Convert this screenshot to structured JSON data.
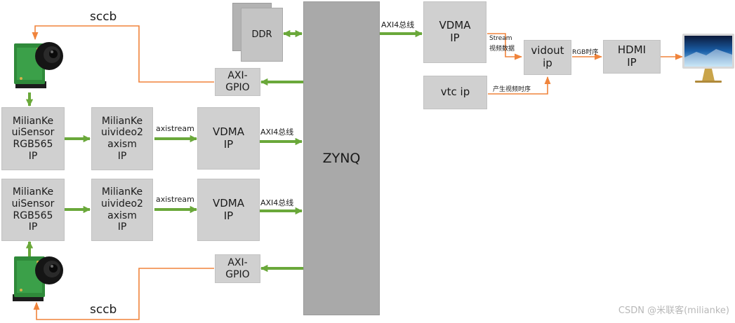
{
  "blocks": {
    "ddr": "DDR",
    "zynq": "ZYNQ",
    "axi_gpio_top": "AXI-\nGPIO",
    "axi_gpio_bottom": "AXI-\nGPIO",
    "sensor_top": "MilianKe\nuiSensor\nRGB565\nIP",
    "sensor_bottom": "MilianKe\nuiSensor\nRGB565\nIP",
    "video2axis_top": "MilianKe\nuivideo2\naxism\nIP",
    "video2axis_bottom": "MilianKe\nuivideo2\naxism\nIP",
    "vdma_top": "VDMA\nIP",
    "vdma_bottom": "VDMA\nIP",
    "vdma_out": "VDMA\nIP",
    "vtc": "vtc ip",
    "vidout": "vidout\nip",
    "hdmi": "HDMI\nIP"
  },
  "labels": {
    "sccb_top": "sccb",
    "sccb_bottom": "sccb",
    "axistream_top": "axistream",
    "axistream_bottom": "axistream",
    "axi4_top": "AXI4总线",
    "axi4_bottom": "AXI4总线",
    "axi4_out": "AXI4总线",
    "stream_line1": "Stream",
    "stream_line2": "视频数据",
    "vtc_timing": "产生视频时序",
    "rgb_timing": "RGB时序"
  },
  "icons": [
    "camera-module-icon",
    "monitor-icon"
  ],
  "colors": {
    "green_arrow": "#6aa83a",
    "orange_line": "#f0843c",
    "block_fill": "#d0d0d0",
    "zynq_fill": "#a9a9a9"
  },
  "watermark": "CSDN @米联客(milianke)"
}
